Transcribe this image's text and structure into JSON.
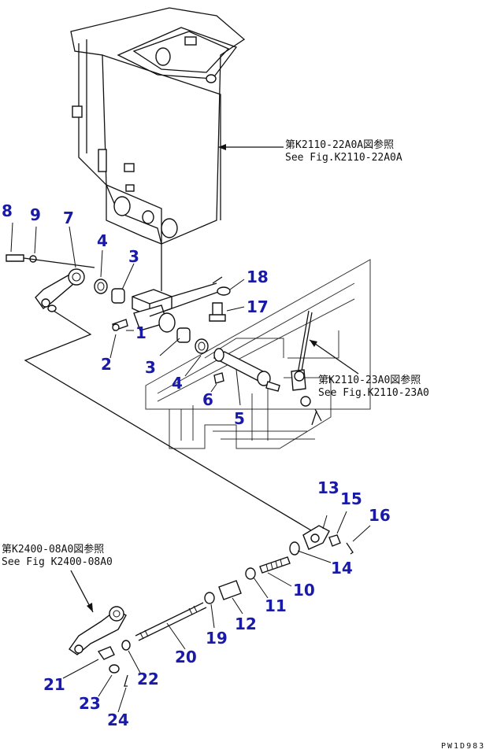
{
  "references": {
    "ref_top_jp": "第K2110-22A0A図参照",
    "ref_top_en": "See Fig.K2110-22A0A",
    "ref_mid_jp": "第K2110-23A0図参照",
    "ref_mid_en": "See Fig.K2110-23A0",
    "ref_left_jp": "第K2400-08A0図参照",
    "ref_left_en": "See Fig K2400-08A0"
  },
  "callouts": {
    "c1": "1",
    "c2": "2",
    "c3a": "3",
    "c3b": "3",
    "c4a": "4",
    "c4b": "4",
    "c5": "5",
    "c6": "6",
    "c7": "7",
    "c8": "8",
    "c9": "9",
    "c10": "10",
    "c11": "11",
    "c12": "12",
    "c13": "13",
    "c14": "14",
    "c15": "15",
    "c16": "16",
    "c17": "17",
    "c18": "18",
    "c19": "19",
    "c20": "20",
    "c21": "21",
    "c22": "22",
    "c23": "23",
    "c24": "24"
  },
  "drawing_code": "PW1D983",
  "colors": {
    "callout": "#1a1aa8",
    "line": "#111111"
  }
}
